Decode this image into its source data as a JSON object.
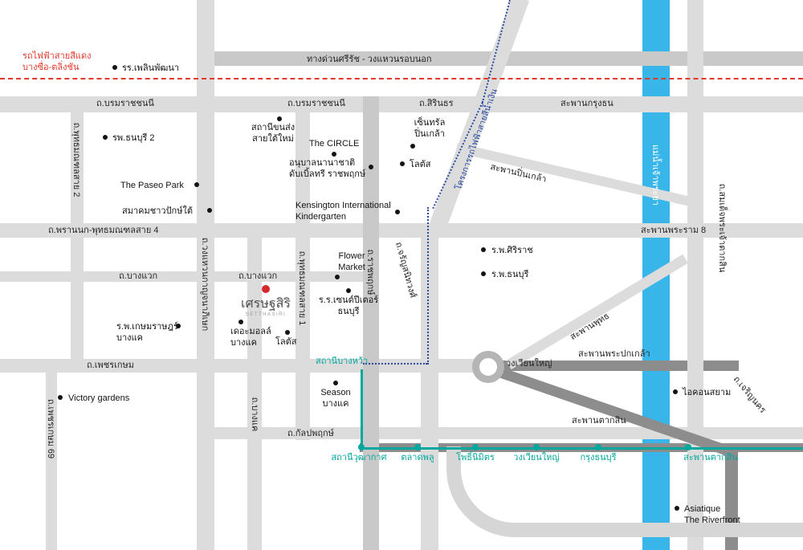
{
  "project": {
    "name": "เศรษฐสิริ",
    "subtitle": "SETTHASIRI"
  },
  "river": {
    "name": "แม่น้ำเจ้าพระยา"
  },
  "transit": {
    "red_line": {
      "line1": "รถไฟฟ้าสายสีแดง",
      "line2": "บางซื่อ-ตลิ่งชัน"
    },
    "blue_line": {
      "label": "โครงการรถไฟฟ้าสายสีน้ำเงิน"
    },
    "green_line": {
      "bangwa": "สถานีบางหว้า",
      "stations": [
        "สถานีวุฒากาศ",
        "ตลาดพลู",
        "โพธิ์นิมิตร",
        "วงเวียนใหญ่",
        "กรุงธนบุรี",
        "สะพานตากสิน"
      ]
    }
  },
  "roads": {
    "expressway": "ทางด่วนศรีรัช - วงแหวนรอบนอก",
    "borom_w": "ถ.บรมราชชนนี",
    "borom_c": "ถ.บรมราชชนนี",
    "sirindhorn": "ถ.สิรินธร",
    "phutthamonthon2": "ถ.พุทธมณฑลสาย 2",
    "phutthamonthon1": "ถ.พุทธมณฑลสาย 1",
    "kanchanaphisek": "ถ.วงแหวนกาญจนาภิเษก",
    "ratchaphruek": "ถ.ราชพฤกษ์",
    "charansanitwong": "ถ.จรัญสนิทวงศ์",
    "phrannok": "ถ.พรานนก-พุทธมณฑลสาย 4",
    "bangwaek_w": "ถ.บางแวก",
    "bangwaek_c": "ถ.บางแวก",
    "phetkasem": "ถ.เพชรเกษม",
    "phetkasem69": "ถ.เพชรเกษม 69",
    "bangkae": "ถ.บางแค",
    "kanlapaphruek": "ถ.กัลปพฤกษ์",
    "taksin_road": "ถ.สมเด็จพระเจ้าตากสิน",
    "charoennakhon": "ถ.เจริญนคร"
  },
  "bridges": {
    "krungthon": "สะพานกรุงธน",
    "pinklao": "สะพานปิ่นเกล้า",
    "rama8": "สะพานพระราม 8",
    "phut": "สะพานพุทธ",
    "phrapokklao": "สะพานพระปกเกล้า",
    "taksin": "สะพานตากสิน"
  },
  "places": {
    "wongwianyai": "วงเวียนใหญ่",
    "ploenpattana": "รร.เพลินพัฒนา",
    "thonburi2": "รพ.ธนบุรี 2",
    "saitaimai1": "สถานีขนส่ง",
    "saitaimai2": "สายใต้ใหม่",
    "circle": "The CIRCLE",
    "central1": "เซ็นทรัล",
    "central2": "ปิ่นเกล้า",
    "lotus_pinklao": "โลตัส",
    "anuban1": "อนุบาลนานาชาติ",
    "anuban2": "ดับเบิ้ลทรี ราชพฤกษ์",
    "paseo": "The Paseo Park",
    "pakstai": "สมาคมชาวปักษ์ใต้",
    "kensington1": "Kensington International",
    "kensington2": "Kindergarten",
    "siriraj": "ร.พ.ศิริราช",
    "thonburi_hosp": "ร.พ.ธนบุรี",
    "flower1": "Flower",
    "flower2": "Market",
    "stpeter1": "ร.ร.เซนต์ปีเตอร์",
    "stpeter2": "ธนบุรี",
    "kasem1": "ร.พ.เกษมราษฎร์",
    "kasem2": "บางแค",
    "themall1": "เดอะมอลล์",
    "themall2": "บางแค",
    "lotus_bangkae": "โลตัส",
    "victory": "Victory gardens",
    "season1": "Season",
    "season2": "บางแค",
    "iconsiam": "ไอคอนสยาม",
    "asiatique1": "Asiatique",
    "asiatique2": "The Riverfront"
  },
  "colors": {
    "river": "#38b6e9",
    "bts_green": "#00a79d",
    "mrt_blue": "#2b4a9f",
    "srt_red": "#e2392c",
    "project_red": "#d7282f"
  }
}
